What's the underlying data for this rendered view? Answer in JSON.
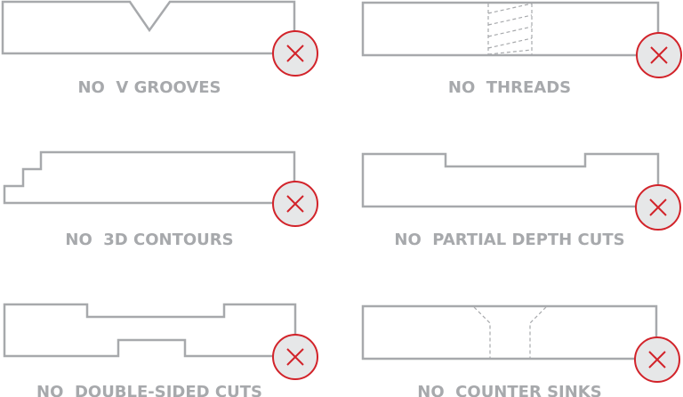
{
  "colors": {
    "outline": "#a7a9ac",
    "badge_fill": "#e6e7e8",
    "badge_stroke": "#d2232a"
  },
  "items": [
    {
      "label": "NO  V GROOVES",
      "icon": "close-icon"
    },
    {
      "label": "NO  THREADS",
      "icon": "close-icon"
    },
    {
      "label": "NO  3D CONTOURS",
      "icon": "close-icon"
    },
    {
      "label": "NO  PARTIAL DEPTH CUTS",
      "icon": "close-icon"
    },
    {
      "label": "NO  DOUBLE-SIDED CUTS",
      "icon": "close-icon"
    },
    {
      "label": "NO  COUNTER SINKS",
      "icon": "close-icon"
    }
  ]
}
